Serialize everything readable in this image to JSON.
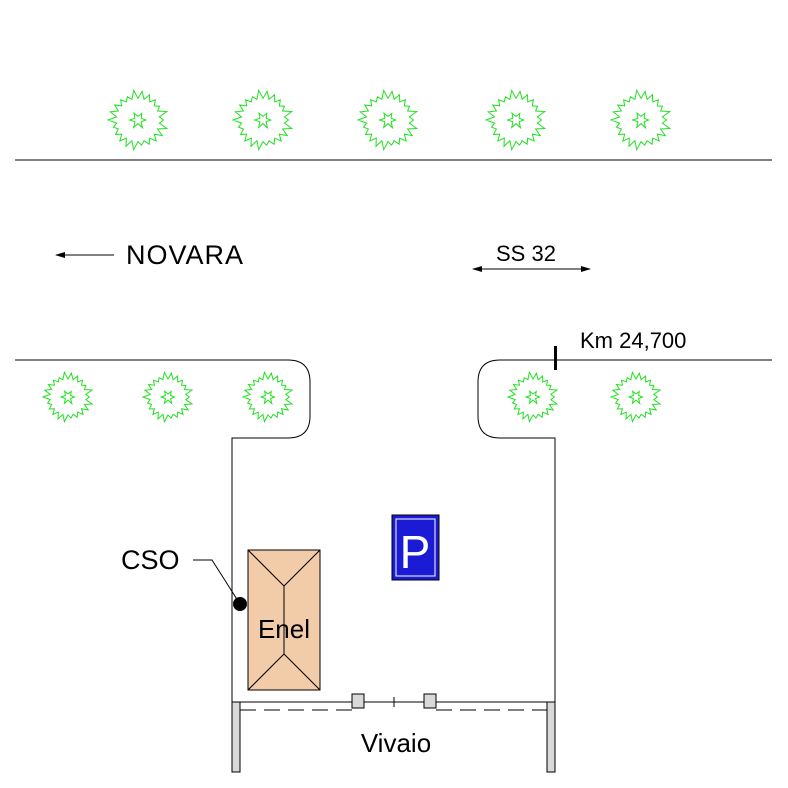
{
  "labels": {
    "direction_city": "NOVARA",
    "road_name": "SS 32",
    "kilometer_marker": "Km 24,700",
    "cabinet": "CSO",
    "substation": "Enel",
    "parking": "P",
    "nursery": "Vivaio"
  },
  "colors": {
    "line": "#000000",
    "tree": "#22e022",
    "substation_fill": "#f2cba8",
    "parking_fill": "#1b1bd6",
    "parking_text": "#ffffff",
    "wall_fill": "#d9d9d9",
    "background": "#ffffff"
  },
  "icons": {
    "tree": "tree-icon",
    "arrow": "arrow-icon",
    "parking": "parking-sign-icon"
  }
}
